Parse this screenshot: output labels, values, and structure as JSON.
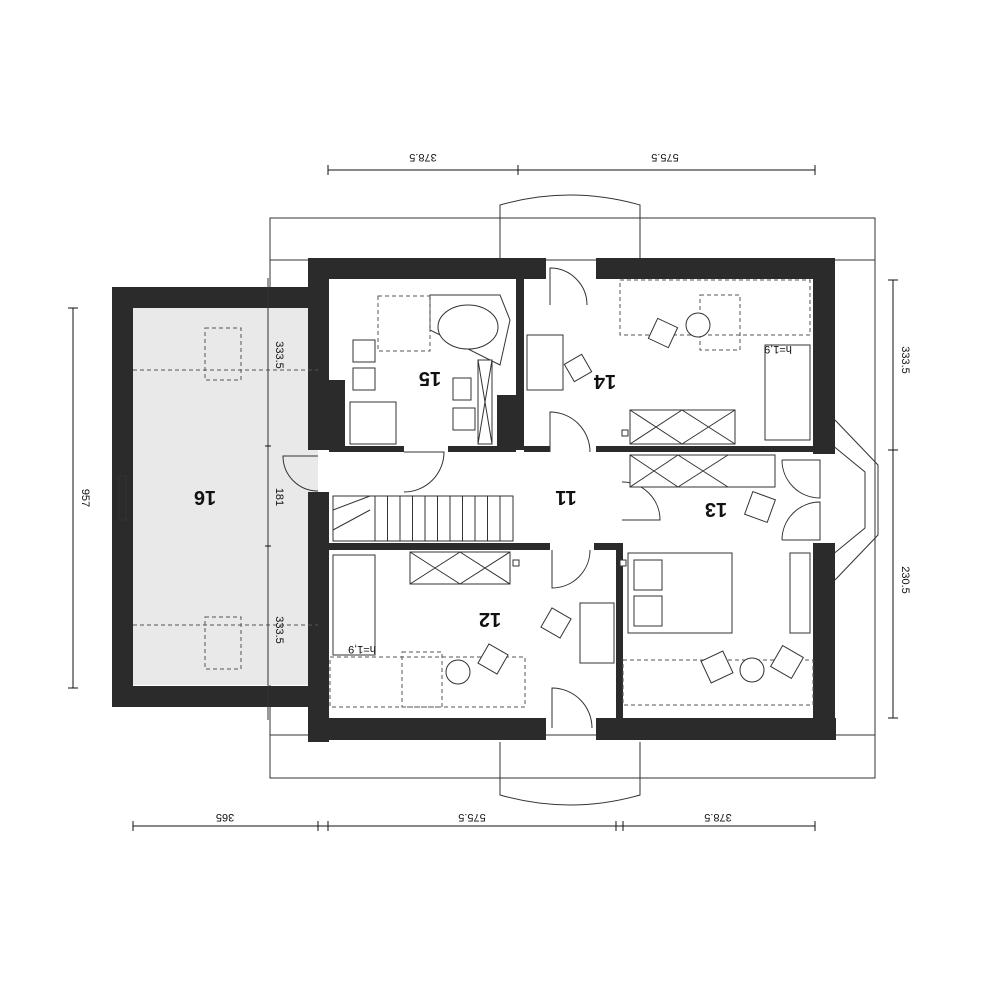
{
  "rooms": {
    "r11": "11",
    "r12": "12",
    "r13": "13",
    "r14": "14",
    "r15": "15",
    "r16": "16"
  },
  "dimensions": {
    "top_left": "378.5",
    "top_right": "575.5",
    "bottom_left": "365",
    "bottom_mid": "575.5",
    "bottom_right": "378.5",
    "left_total": "957",
    "right_upper": "333.5",
    "right_lower": "230.5",
    "inner_upper": "333.5",
    "inner_mid": "181",
    "inner_lower": "333.5"
  },
  "height_labels": {
    "room14": "h=1,9",
    "room12": "h=1,9"
  },
  "colors": {
    "wall": "#2b2b2b",
    "attic_fill": "#e9e9e9",
    "line": "#333333"
  }
}
